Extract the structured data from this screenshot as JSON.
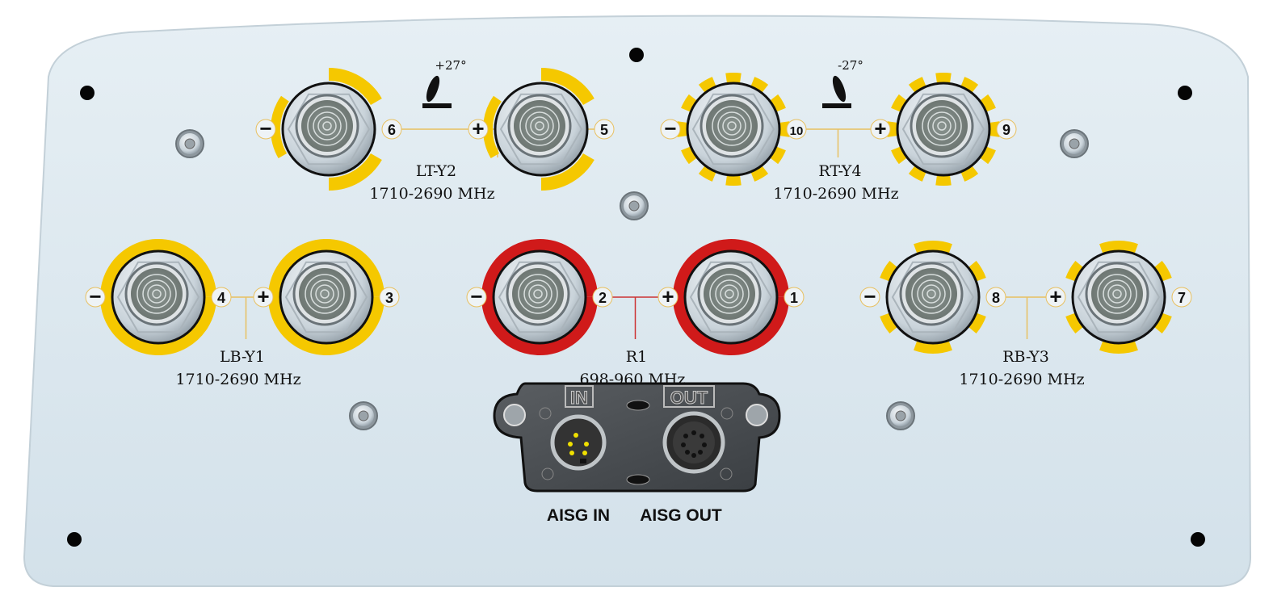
{
  "tilts": [
    {
      "label": "+27°",
      "direction": "left"
    },
    {
      "label": "-27°",
      "direction": "right"
    }
  ],
  "groups": [
    {
      "name": "LT-Y2",
      "band": "1710-2690 MHz",
      "ring_style": "arcs",
      "color": "#f5c800",
      "ports": [
        {
          "number": "6",
          "polarity": "-"
        },
        {
          "number": "5",
          "polarity": "+"
        }
      ]
    },
    {
      "name": "RT-Y4",
      "band": "1710-2690 MHz",
      "ring_style": "dashed",
      "color": "#f5c800",
      "ports": [
        {
          "number": "10",
          "polarity": "-"
        },
        {
          "number": "9",
          "polarity": "+"
        }
      ]
    },
    {
      "name": "LB-Y1",
      "band": "1710-2690 MHz",
      "ring_style": "full",
      "color": "#f5c800",
      "ports": [
        {
          "number": "4",
          "polarity": "-"
        },
        {
          "number": "3",
          "polarity": "+"
        }
      ]
    },
    {
      "name": "R1",
      "band": "698-960 MHz",
      "ring_style": "full",
      "color": "#d01a1a",
      "ports": [
        {
          "number": "2",
          "polarity": "-"
        },
        {
          "number": "1",
          "polarity": "+"
        }
      ]
    },
    {
      "name": "RB-Y3",
      "band": "1710-2690 MHz",
      "ring_style": "sparse",
      "color": "#f5c800",
      "ports": [
        {
          "number": "8",
          "polarity": "-"
        },
        {
          "number": "7",
          "polarity": "+"
        }
      ]
    }
  ],
  "aisg": {
    "in_tag": "IN",
    "out_tag": "OUT",
    "in_label": "AISG IN",
    "out_label": "AISG OUT"
  }
}
